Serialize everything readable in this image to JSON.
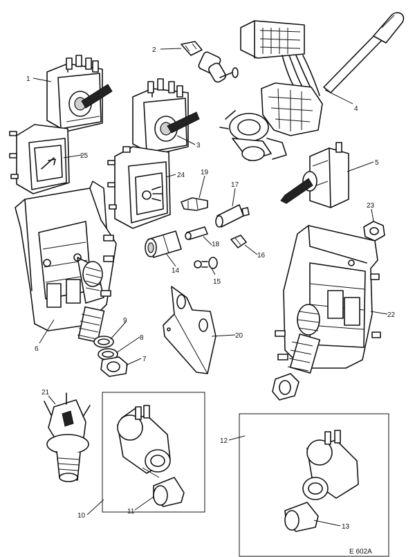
{
  "figure": {
    "reference": "E 602A"
  },
  "callouts": [
    {
      "id": "c1",
      "text": "1"
    },
    {
      "id": "c2",
      "text": "2"
    },
    {
      "id": "c3",
      "text": "3"
    },
    {
      "id": "c4",
      "text": "4"
    },
    {
      "id": "c5",
      "text": "5"
    },
    {
      "id": "c6",
      "text": "6"
    },
    {
      "id": "c7",
      "text": "7"
    },
    {
      "id": "c8",
      "text": "8"
    },
    {
      "id": "c9",
      "text": "9"
    },
    {
      "id": "c10",
      "text": "10"
    },
    {
      "id": "c11",
      "text": "11"
    },
    {
      "id": "c12",
      "text": "12"
    },
    {
      "id": "c13",
      "text": "13"
    },
    {
      "id": "c14",
      "text": "14"
    },
    {
      "id": "c15",
      "text": "15"
    },
    {
      "id": "c16",
      "text": "16"
    },
    {
      "id": "c17",
      "text": "17"
    },
    {
      "id": "c18",
      "text": "18"
    },
    {
      "id": "c19",
      "text": "19"
    },
    {
      "id": "c20",
      "text": "20"
    },
    {
      "id": "c21",
      "text": "21"
    },
    {
      "id": "c22",
      "text": "22"
    },
    {
      "id": "c23",
      "text": "23"
    },
    {
      "id": "c24",
      "text": "24"
    },
    {
      "id": "c25",
      "text": "25"
    }
  ]
}
